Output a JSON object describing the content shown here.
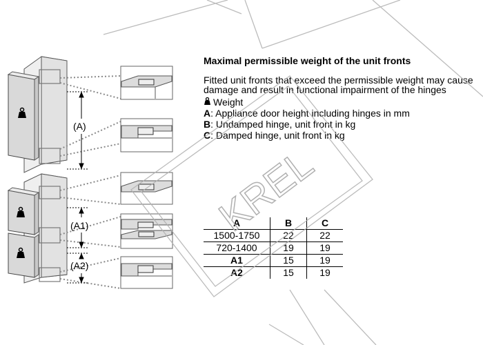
{
  "title": "Maximal permissible weight of the unit fronts",
  "description": "Fitted unit fronts that exceed the permissible weight may cause damage and result in functional impairment of the hinges",
  "legend": [
    {
      "key": "",
      "icon": "weight-icon",
      "glyph": "⚖",
      "text": "Weight"
    },
    {
      "key": "A",
      "text": ": Appliance door height including hinges in mm"
    },
    {
      "key": "B",
      "text": ": Undamped hinge, unit front in kg"
    },
    {
      "key": "C",
      "text": ": Damped hinge, unit front in kg"
    }
  ],
  "table": {
    "headers": [
      "A",
      "B",
      "C"
    ],
    "rows": [
      [
        "1500-1750",
        "22",
        "22"
      ],
      [
        "720-1400",
        "19",
        "19"
      ],
      [
        "A1",
        "15",
        "19"
      ],
      [
        "A2",
        "15",
        "19"
      ]
    ]
  },
  "illustration": {
    "labels": {
      "a": "(A)",
      "a1": "(A1)",
      "a2": "(A2)"
    }
  },
  "watermark": {
    "text": "KREL"
  }
}
